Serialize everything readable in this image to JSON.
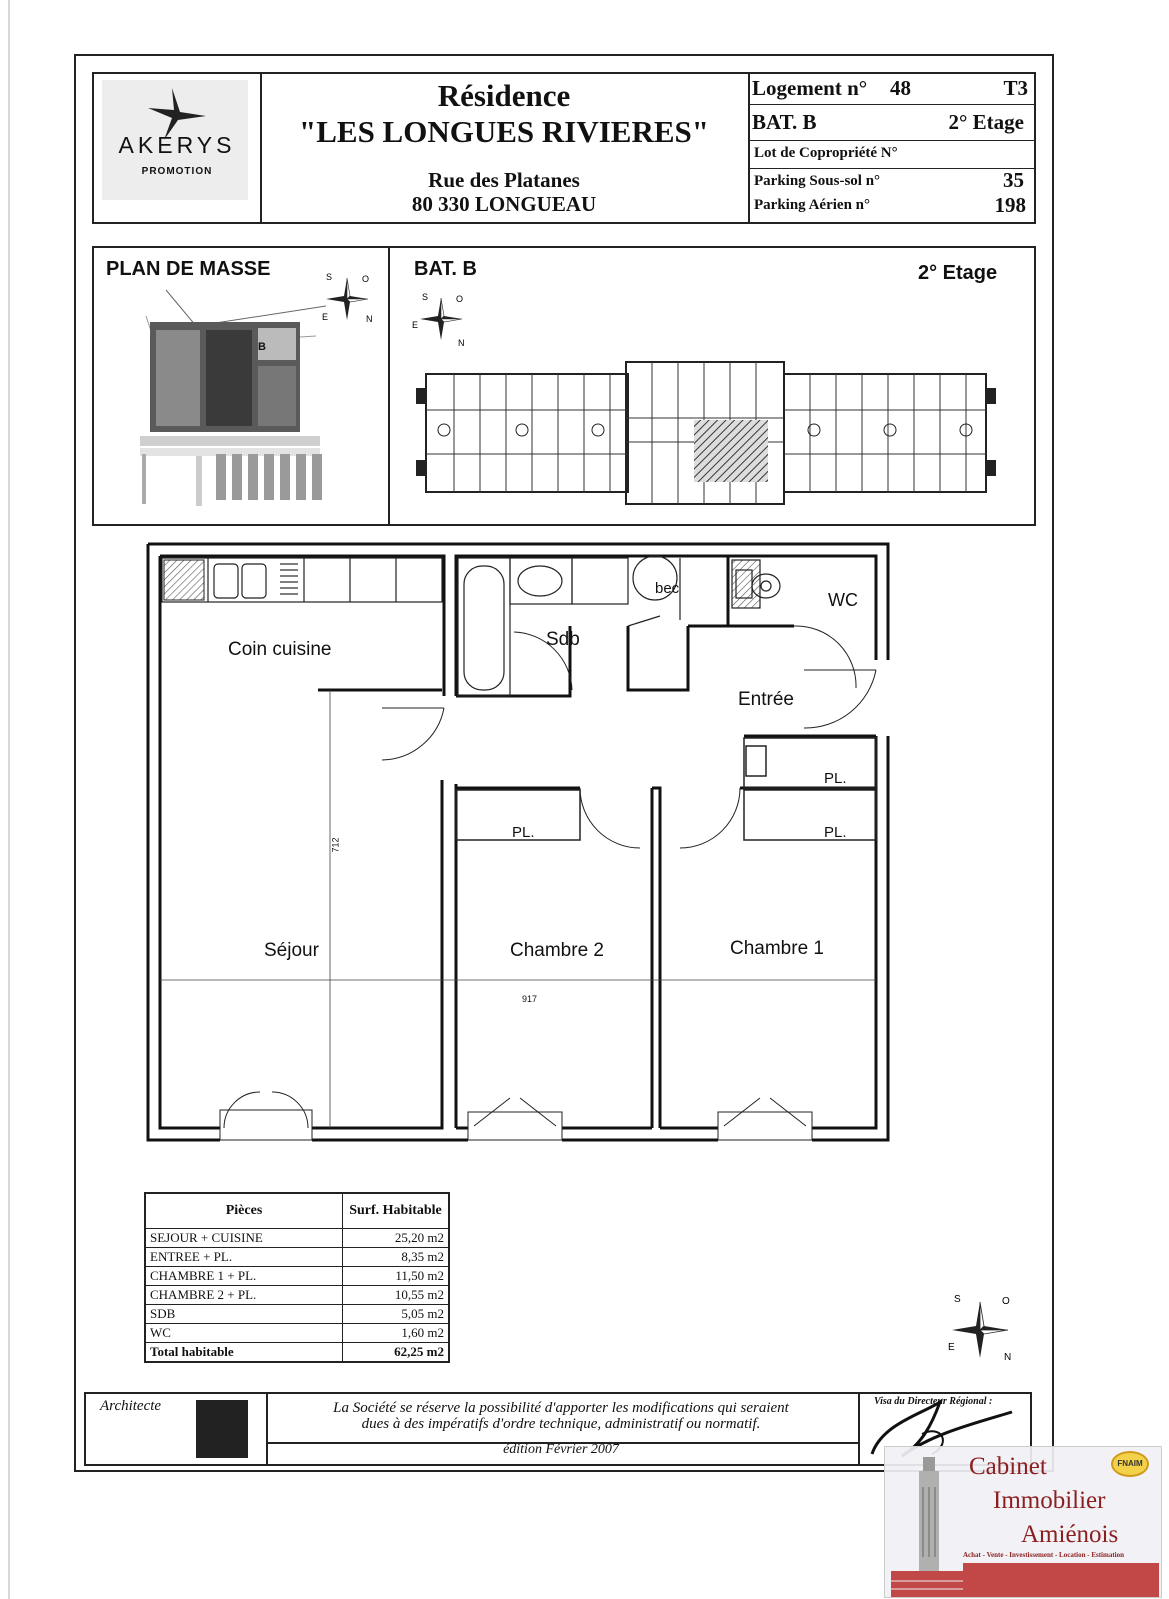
{
  "brand": {
    "name": "AKERYS",
    "sub": "PROMOTION"
  },
  "residence": {
    "label": "Résidence",
    "name": "\"LES LONGUES RIVIERES\"",
    "street": "Rue des Platanes",
    "city": "80 330 LONGUEAU"
  },
  "lot": {
    "logement_label": "Logement n°",
    "logement_num": "48",
    "type": "T3",
    "bat": "BAT. B",
    "etage": "2° Etage",
    "copro_label": "Lot de Copropriété N°",
    "parking_ss_label": "Parking Sous-sol n°",
    "parking_ss_num": "35",
    "parking_aer_label": "Parking Aérien n°",
    "parking_aer_num": "198"
  },
  "plan_masse": {
    "title": "PLAN DE MASSE",
    "bat_label": "B"
  },
  "bat_plan": {
    "title": "BAT. B",
    "etage": "2° Etage"
  },
  "rooms": {
    "coin_cuisine": "Coin cuisine",
    "sdb": "Sdb",
    "bec": "bec",
    "wc": "WC",
    "entree": "Entrée",
    "sejour": "Séjour",
    "chambre2": "Chambre 2",
    "chambre1": "Chambre 1",
    "pl": "PL."
  },
  "dimensions": {
    "height": "712",
    "width": "917"
  },
  "surfaces": {
    "headers": [
      "Pièces",
      "Surf. Habitable"
    ],
    "rows": [
      [
        "SEJOUR + CUISINE",
        "25,20 m2"
      ],
      [
        "ENTREE + PL.",
        "8,35 m2"
      ],
      [
        "CHAMBRE 1 + PL.",
        "11,50 m2"
      ],
      [
        "CHAMBRE 2 + PL.",
        "10,55 m2"
      ],
      [
        "SDB",
        "5,05 m2"
      ],
      [
        "WC",
        "1,60 m2"
      ]
    ],
    "total": [
      "Total habitable",
      "62,25 m2"
    ]
  },
  "footer": {
    "architecte": "Architecte",
    "disclaimer_1": "La Société se réserve la possibilité d'apporter les modifications qui seraient",
    "disclaimer_2": "dues à des impératifs d'ordre technique, administratif ou normatif.",
    "edition": "édition Février 2007",
    "visa": "Visa du Directeur Régional :"
  },
  "agency": {
    "line1": "Cabinet",
    "line2": "Immobilier",
    "line3": "Amiénois",
    "tagline": "Achat - Vente - Investissement - Location - Estimation",
    "badge": "FNAIM"
  },
  "compass": {
    "n": "N",
    "s": "S",
    "e": "E",
    "o": "O"
  }
}
